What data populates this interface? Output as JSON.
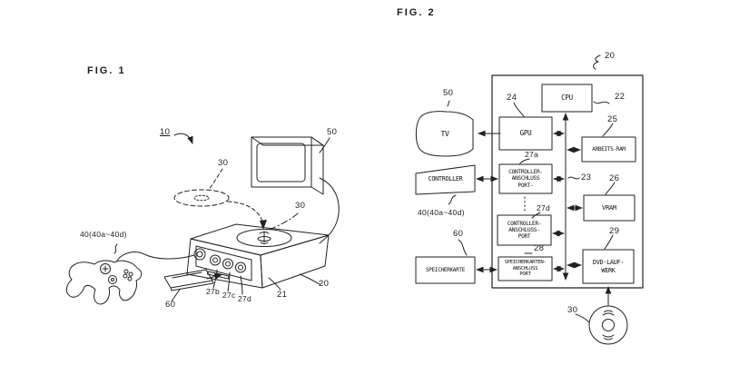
{
  "fig1": {
    "title": "FIG. 1",
    "ref_system": "10",
    "ref_disc_air": "30",
    "ref_disc_console": "30",
    "ref_tv": "50",
    "ref_controller": "40(40a~40d)",
    "ref_memory_card": "60",
    "ref_port_b": "27b",
    "ref_port_c": "27c",
    "ref_port_d": "27d",
    "ref_front_panel": "21",
    "ref_console": "20"
  },
  "fig2": {
    "title": "FIG. 2",
    "ref_console": "20",
    "ref_cpu": "22",
    "ref_bus": "23",
    "ref_gpu": "24",
    "ref_ram": "25",
    "ref_vram": "26",
    "ref_port_a": "27a",
    "ref_port_d": "27d",
    "ref_mem_port": "28",
    "ref_dvd": "29",
    "ref_disc": "30",
    "ref_tv": "50",
    "ref_controller": "40(40a~40d)",
    "ref_memcard": "60",
    "blocks": {
      "cpu": "CPU",
      "gpu": "GPU",
      "ram": "ARBEITS-RAM",
      "vram": "VRAM",
      "dvd": "DVD-LAUF-\nWERK",
      "controller_port_a": "CONTROLLER-\nANSCHLUSS\nPORT-",
      "controller_port_d": "CONTROLLER-\nANSCHLUSS-\nPORT",
      "memcard_port": "SPEICHERKARTEN-\nANSCHLUSS\nPORT",
      "tv": "TV",
      "controller": "CONTROLLER",
      "memcard": "SPEICHERKARTE"
    }
  }
}
